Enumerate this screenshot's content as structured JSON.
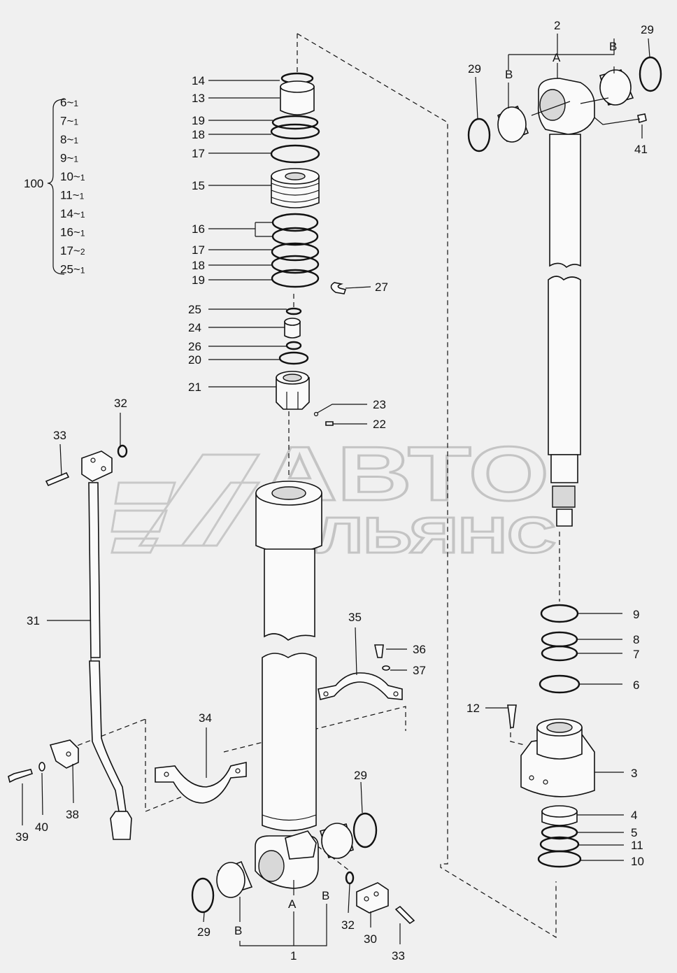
{
  "watermark": {
    "line1": "АВТО",
    "line2": "АЛЬЯНС"
  },
  "group": {
    "label": "100",
    "items": [
      {
        "num": "6",
        "qty": "1"
      },
      {
        "num": "7",
        "qty": "1"
      },
      {
        "num": "8",
        "qty": "1"
      },
      {
        "num": "9",
        "qty": "1"
      },
      {
        "num": "10",
        "qty": "1"
      },
      {
        "num": "11",
        "qty": "1"
      },
      {
        "num": "14",
        "qty": "1"
      },
      {
        "num": "16",
        "qty": "1"
      },
      {
        "num": "17",
        "qty": "2"
      },
      {
        "num": "25",
        "qty": "1"
      }
    ]
  },
  "callouts": {
    "c14": "14",
    "c13": "13",
    "c19a": "19",
    "c18a": "18",
    "c17a": "17",
    "c15": "15",
    "c16": "16",
    "c17b": "17",
    "c18b": "18",
    "c19b": "19",
    "c27": "27",
    "c25": "25",
    "c24": "24",
    "c26": "26",
    "c20": "20",
    "c21": "21",
    "c23": "23",
    "c22": "22",
    "c2": "2",
    "cA_top": "A",
    "cB_top_left": "B",
    "cB_top_right": "B",
    "c29_tl": "29",
    "c29_tr": "29",
    "c41": "41",
    "c32_top": "32",
    "c33_top": "33",
    "c31": "31",
    "c35": "35",
    "c36": "36",
    "c37": "37",
    "c34": "34",
    "c38": "38",
    "c39": "39",
    "c40": "40",
    "c9": "9",
    "c8": "8",
    "c7": "7",
    "c6": "6",
    "c12": "12",
    "c3": "3",
    "c4": "4",
    "c5": "5",
    "c11": "11",
    "c10": "10",
    "c29_bl": "29",
    "c29_br": "29",
    "cB_bot_left": "B",
    "cA_bot": "A",
    "cB_bot_right": "B",
    "c1": "1",
    "c32_bot": "32",
    "c30": "30",
    "c33_bot": "33"
  }
}
